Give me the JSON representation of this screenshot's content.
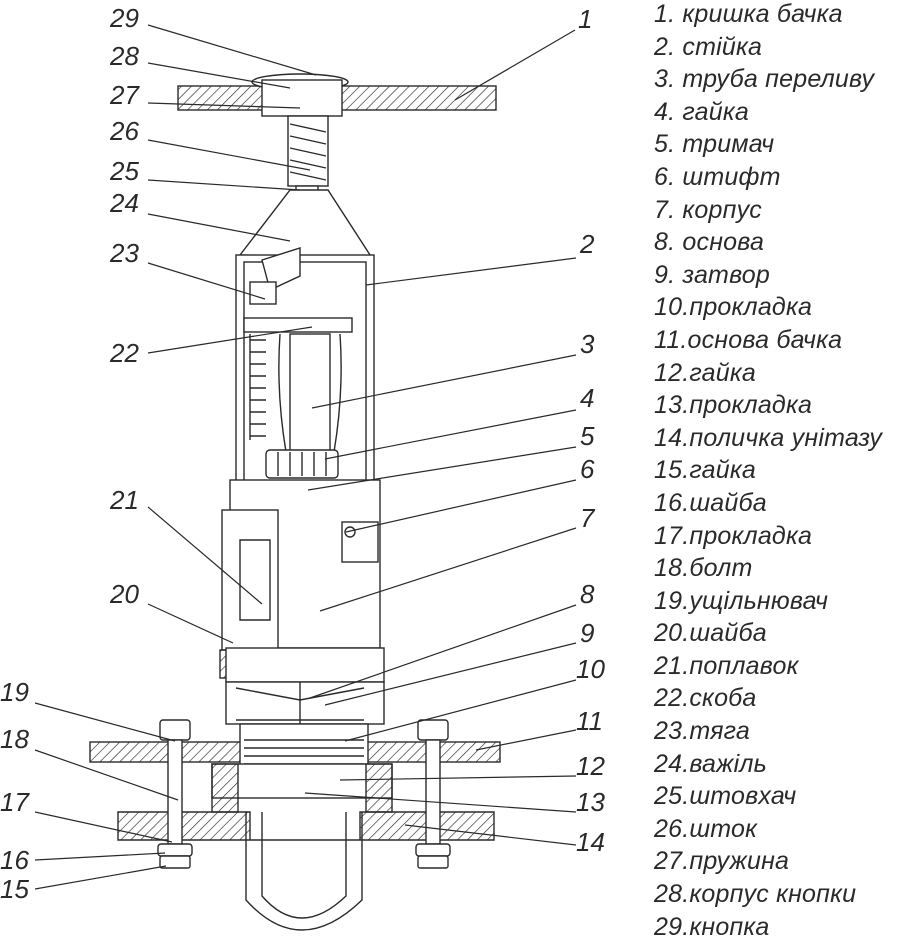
{
  "legend": [
    {
      "num": "1.",
      "text": "кришка бачка"
    },
    {
      "num": "2.",
      "text": "стійка"
    },
    {
      "num": "3.",
      "text": "труба переливу"
    },
    {
      "num": "4.",
      "text": "гайка"
    },
    {
      "num": "5.",
      "text": "тримач"
    },
    {
      "num": "6.",
      "text": "штифт"
    },
    {
      "num": "7.",
      "text": "корпус"
    },
    {
      "num": "8.",
      "text": "основа"
    },
    {
      "num": "9.",
      "text": "затвор"
    },
    {
      "num": "10.",
      "text": "прокладка"
    },
    {
      "num": "11.",
      "text": "основа бачка"
    },
    {
      "num": "12.",
      "text": "гайка"
    },
    {
      "num": "13.",
      "text": "прокладка"
    },
    {
      "num": "14.",
      "text": "поличка унітазу"
    },
    {
      "num": "15.",
      "text": "гайка"
    },
    {
      "num": "16.",
      "text": "шайба"
    },
    {
      "num": "17.",
      "text": "прокладка"
    },
    {
      "num": "18.",
      "text": "болт"
    },
    {
      "num": "19.",
      "text": "ущільнювач"
    },
    {
      "num": "20.",
      "text": "шайба"
    },
    {
      "num": "21.",
      "text": "поплавок"
    },
    {
      "num": "22.",
      "text": "скоба"
    },
    {
      "num": "23.",
      "text": "тяга"
    },
    {
      "num": "24.",
      "text": "важіль"
    },
    {
      "num": "25.",
      "text": "штовхач"
    },
    {
      "num": "26.",
      "text": "шток"
    },
    {
      "num": "27.",
      "text": "пружина"
    },
    {
      "num": "28.",
      "text": "корпус кнопки"
    },
    {
      "num": "29.",
      "text": "кнопка"
    }
  ],
  "callouts": [
    "1",
    "2",
    "3",
    "4",
    "5",
    "6",
    "7",
    "8",
    "9",
    "10",
    "11",
    "12",
    "13",
    "14",
    "15",
    "16",
    "17",
    "18",
    "19",
    "20",
    "21",
    "22",
    "23",
    "24",
    "25",
    "26",
    "27",
    "28",
    "29"
  ],
  "colors": {
    "line": "#2a2a2a",
    "fill": "#ffffff"
  }
}
